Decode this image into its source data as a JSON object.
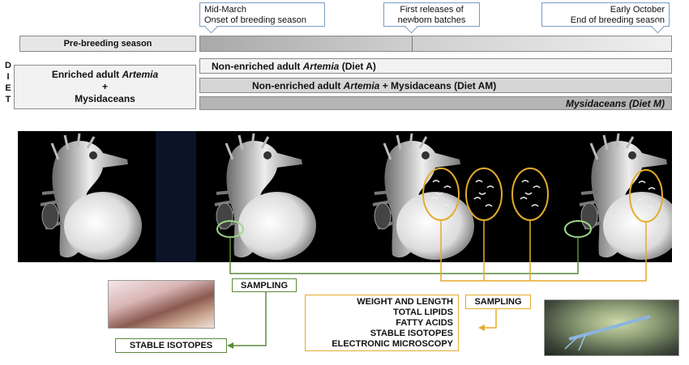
{
  "timeline": {
    "callouts": [
      {
        "line1": "Mid-March",
        "line2": "Onset of  breeding season"
      },
      {
        "line1": "First releases of",
        "line2": "newborn batches"
      },
      {
        "line1": "Early October",
        "line2": "End of breeding season"
      }
    ],
    "pre_breeding_label": "Pre-breeding season"
  },
  "diet": {
    "side_letters": [
      "D",
      "I",
      "E",
      "T"
    ],
    "enriched": {
      "line1_pre": "Enriched adult ",
      "line1_italic": "Artemia",
      "line2": "+",
      "line3": "Mysidaceans"
    },
    "diet_a": {
      "pre": "Non-enriched adult ",
      "italic": "Artemia",
      "post": " (Diet A)"
    },
    "diet_am": {
      "pre": "Non-enriched adult ",
      "italic": "Artemia",
      "post": " + Mysidaceans (Diet AM)"
    },
    "diet_m": {
      "italic": "Mysidaceans (Diet M)"
    }
  },
  "sampling": {
    "left_label": "SAMPLING",
    "left_result": "STABLE ISOTOPES",
    "right_label": "SAMPLING",
    "right_results": [
      "WEIGHT AND LENGTH",
      "TOTAL LIPIDS",
      "FATTY ACIDS",
      "STABLE ISOTOPES",
      "ELECTRONIC MICROSCOPY"
    ]
  },
  "colors": {
    "green": "#5a8a3c",
    "gold": "#e3ac2c",
    "bar_gray": "#d4d4d4",
    "dark_gray": "#b0b0b0"
  }
}
